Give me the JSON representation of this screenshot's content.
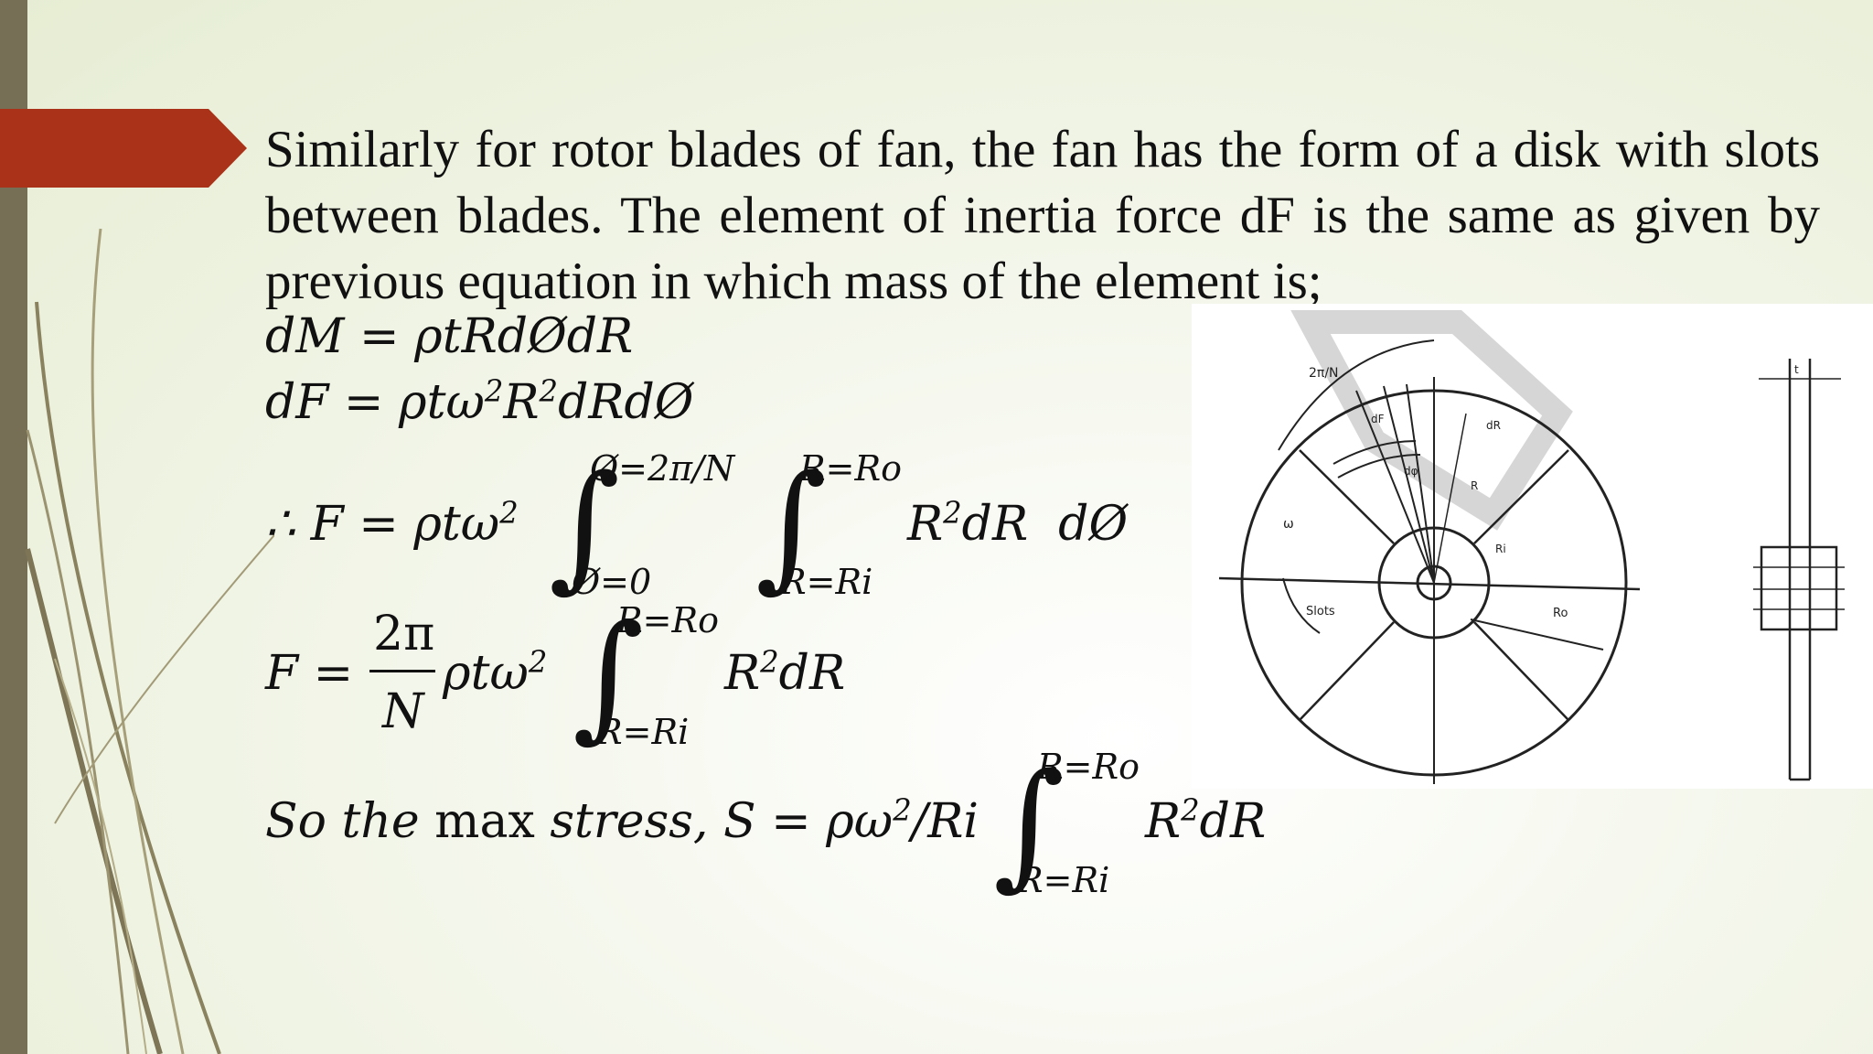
{
  "slide": {
    "paragraph": "Similarly for rotor blades of fan, the  fan has the form of a disk with slots between blades. The element of inertia force dF is the same as given by previous equation in which mass of the element is;",
    "eq1": "dM = ρtRdØdR",
    "eq2_left": "dF = ρtω",
    "eq2_sup1": "2",
    "eq2_mid": "R",
    "eq2_sup2": "2",
    "eq2_right": "dRdØ",
    "eq3_left": "∴ F = ρtω",
    "eq3_sup": "2",
    "eq3_int1_upper": "Ø=2π/N",
    "eq3_int1_lower": "Ø=0",
    "eq3_int2_upper": "R=Ro",
    "eq3_int2_lower": "R=Ri",
    "eq3_integrand_a": "R",
    "eq3_integrand_sup": "2",
    "eq3_integrand_b": "dR  dØ",
    "eq4_left": "F =",
    "eq4_num": "2π",
    "eq4_den": "N",
    "eq4_mid": "ρtω",
    "eq4_sup": "2",
    "eq4_upper": "R=Ro",
    "eq4_lower": "R=Ri",
    "eq4_integrand_a": "R",
    "eq4_integrand_sup": "2",
    "eq4_integrand_b": "dR",
    "eq5_a": "So the",
    "eq5_b": "max",
    "eq5_c": "stress, S = ρω",
    "eq5_sup": "2",
    "eq5_d": "/Ri",
    "eq5_upper": "R=Ro",
    "eq5_lower": "R=Ri",
    "eq5_integrand_a": "R",
    "eq5_integrand_sup": "2",
    "eq5_integrand_b": "dR"
  },
  "figure": {
    "label_angle": "2π/N",
    "label_dF": "dF",
    "label_dR": "dR",
    "label_dphi": "dφ",
    "label_R": "R",
    "label_Ri": "Ri",
    "label_Ro": "Ro",
    "label_slots": "Slots",
    "label_omega": "ω",
    "label_t": "t"
  },
  "colors": {
    "accent_arrow": "#a93219",
    "left_bar": "#776f55",
    "decor_lines": "#8a825f"
  }
}
